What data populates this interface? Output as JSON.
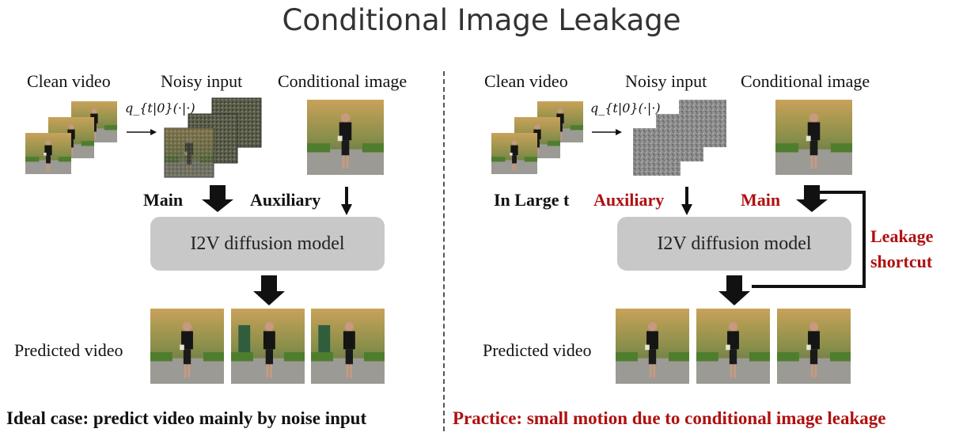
{
  "title": "Conditional Image Leakage",
  "left": {
    "clean_video_label": "Clean video",
    "noisy_input_label": "Noisy input",
    "conditional_image_label": "Conditional image",
    "transition_formula": "q_{t|0}(·|·)",
    "main_label": "Main",
    "auxiliary_label": "Auxiliary",
    "model_label": "I2V diffusion model",
    "predicted_label": "Predicted video",
    "caption": "Ideal case: predict video mainly by noise input"
  },
  "right": {
    "clean_video_label": "Clean video",
    "noisy_input_label": "Noisy input",
    "conditional_image_label": "Conditional image",
    "transition_formula": "q_{t|0}(·|·)",
    "large_t_label": "In Large t",
    "auxiliary_label": "Auxiliary",
    "main_label": "Main",
    "model_label": "I2V diffusion model",
    "leakage_label_line1": "Leakage",
    "leakage_label_line2": "shortcut",
    "predicted_label": "Predicted video",
    "caption": "Practice: small motion due to conditional image leakage"
  },
  "colors": {
    "accent_red": "#b01010",
    "box_gray": "#c8c8c8",
    "title_gray": "#333333"
  }
}
